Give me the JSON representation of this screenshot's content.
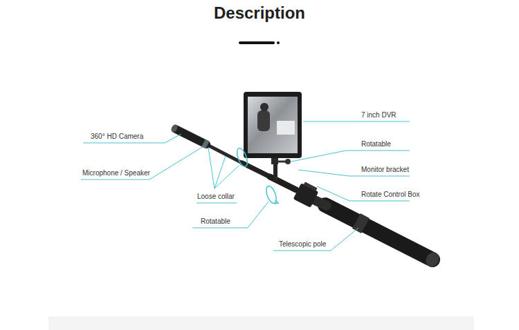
{
  "diagram": {
    "title": "Description",
    "labels": [
      "360° HD Camera",
      "Microphone / Speaker",
      "Loose collar",
      "Rotatable",
      "Telescopic pole",
      "7 inch DVR",
      "Rotatable",
      "Monitor bracket",
      "Rotate Control Box"
    ]
  }
}
